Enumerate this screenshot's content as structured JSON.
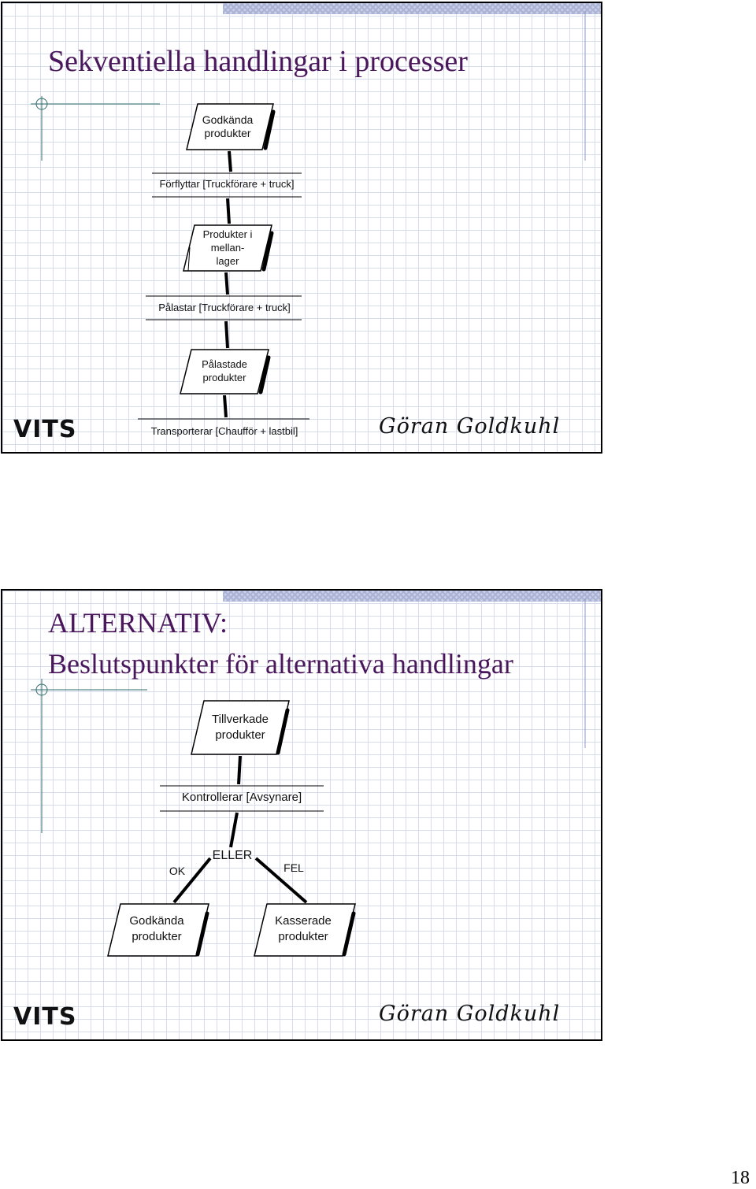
{
  "slide1": {
    "title": "Sekventiella handlingar i processer",
    "nodes": {
      "godkanda": [
        "Godkända",
        "produkter"
      ],
      "mellanlager": [
        "Produkter i",
        "mellan-",
        "lager"
      ],
      "palastade": [
        "Pålastade",
        "produkter"
      ]
    },
    "actions": {
      "forflyttar": "Förflyttar [Truckförare + truck]",
      "palastar": "Pålastar [Truckförare + truck]",
      "transporterar": "Transporterar [Chaufför + lastbil]"
    },
    "logo": "VITS",
    "author": "Göran Goldkuhl"
  },
  "slide2": {
    "title_line1": "ALTERNATIV:",
    "title_line2": "Beslutspunkter för alternativa handlingar",
    "nodes": {
      "tillverkade": [
        "Tillverkade",
        "produkter"
      ],
      "godkanda": [
        "Godkända",
        "produkter"
      ],
      "kasserade": [
        "Kasserade",
        "produkter"
      ]
    },
    "actions": {
      "kontrollerar": "Kontrollerar [Avsynare]"
    },
    "branch_labels": {
      "eller": "ELLER",
      "ok": "OK",
      "fel": "FEL"
    },
    "logo": "VITS",
    "author": "Göran Goldkuhl"
  },
  "page_number": "18"
}
